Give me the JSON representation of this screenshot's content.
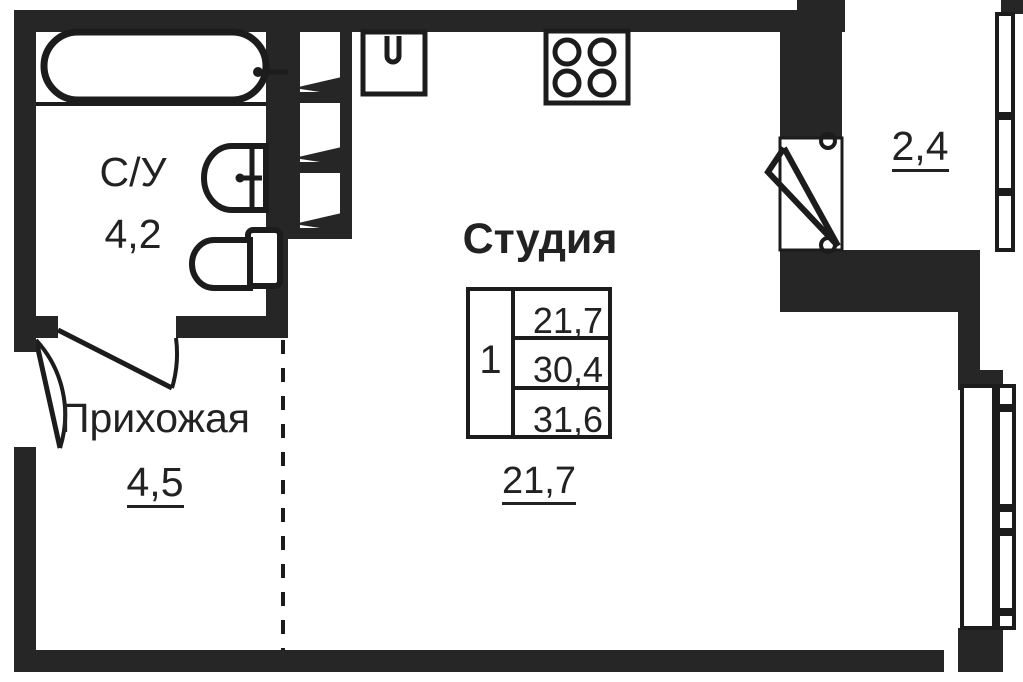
{
  "plan": {
    "type": "apartment-floor-plan",
    "colors": {
      "wall": "#262626",
      "line": "#1c1c1c",
      "background": "#ffffff",
      "text": "#222222"
    },
    "rooms": [
      {
        "key": "bathroom",
        "name": "С/У",
        "area": "4,2",
        "area_underlined": false
      },
      {
        "key": "hallway",
        "name": "Прихожая",
        "area": "4,5",
        "area_underlined": true
      },
      {
        "key": "studio",
        "name": "Студия",
        "area": "21,7",
        "area_underlined": true
      },
      {
        "key": "balcony",
        "name": "",
        "area": "2,4",
        "area_underlined": true
      }
    ],
    "info_table": {
      "rooms_count": "1",
      "values": [
        "21,7",
        "30,4",
        "31,6"
      ]
    },
    "fixtures": [
      {
        "name": "bathtub"
      },
      {
        "name": "sink"
      },
      {
        "name": "toilet"
      },
      {
        "name": "kitchen-sink"
      },
      {
        "name": "stove"
      },
      {
        "name": "closet-niche"
      },
      {
        "name": "closet-niche"
      },
      {
        "name": "closet-niche"
      }
    ],
    "doors": [
      {
        "name": "entrance-door"
      },
      {
        "name": "bathroom-door"
      },
      {
        "name": "balcony-door"
      }
    ],
    "windows": [
      {
        "name": "balcony-window-right-upper"
      },
      {
        "name": "balcony-window-right-lower"
      },
      {
        "name": "studio-window-right"
      }
    ]
  }
}
